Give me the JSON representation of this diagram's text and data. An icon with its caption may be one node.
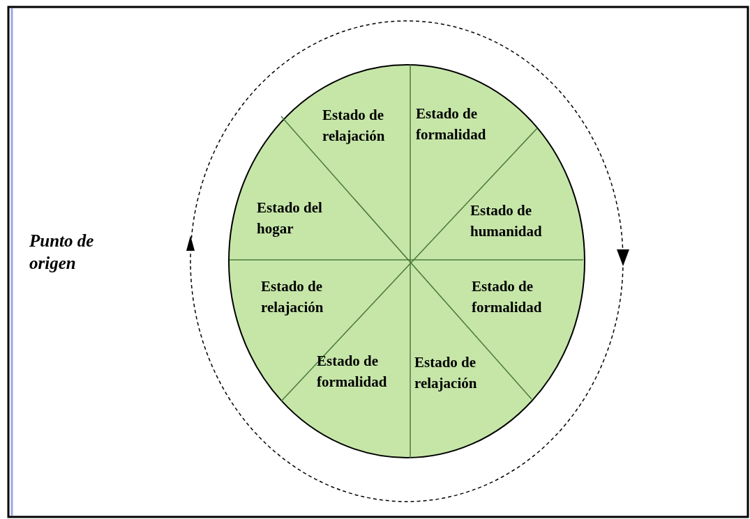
{
  "diagram": {
    "nodes": [
      {
        "text": [
          "Estado de relajación"
        ]
      },
      {
        "text": [
          "Estado de formalidad"
        ]
      },
      {
        "text": [
          "Estado del hogar"
        ]
      },
      {
        "text": [
          "Estado de humanidad"
        ]
      },
      {
        "text": [
          "Estado de relajación"
        ]
      },
      {
        "text": [
          "Estado de formalidad"
        ]
      },
      {
        "text": [
          "Estado de formalidad"
        ]
      },
      {
        "text": [
          "Estado de relajación"
        ]
      }
    ],
    "edges": [],
    "labels": [
      "Punto de origen"
    ]
  }
}
